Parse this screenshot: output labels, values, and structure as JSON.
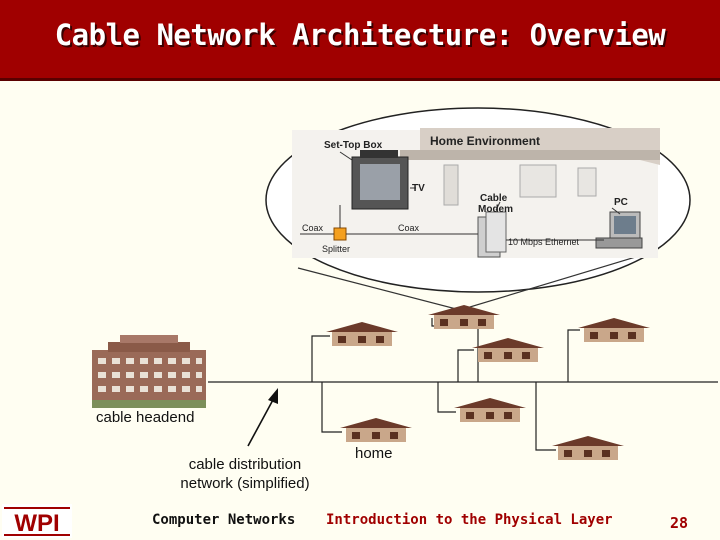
{
  "slide": {
    "title": "Cable Network Architecture: Overview",
    "slide_number": "28"
  },
  "home_environment": {
    "heading": "Home Environment",
    "set_top_box": "Set-Top Box",
    "tv": "TV",
    "cable_modem_line1": "Cable",
    "cable_modem_line2": "Modem",
    "pc": "PC",
    "coax_left": "Coax",
    "coax_right": "Coax",
    "splitter": "Splitter",
    "ethernet": "10 Mbps Ethernet"
  },
  "labels": {
    "headend": "cable headend",
    "distribution_line1": "cable distribution",
    "distribution_line2": "network (simplified)",
    "home": "home"
  },
  "footer": {
    "logo": "WPI",
    "left": "Computer Networks",
    "center": "Introduction to the Physical Layer"
  },
  "colors": {
    "title_bar": "#a00000",
    "footer_text": "#a00000"
  }
}
